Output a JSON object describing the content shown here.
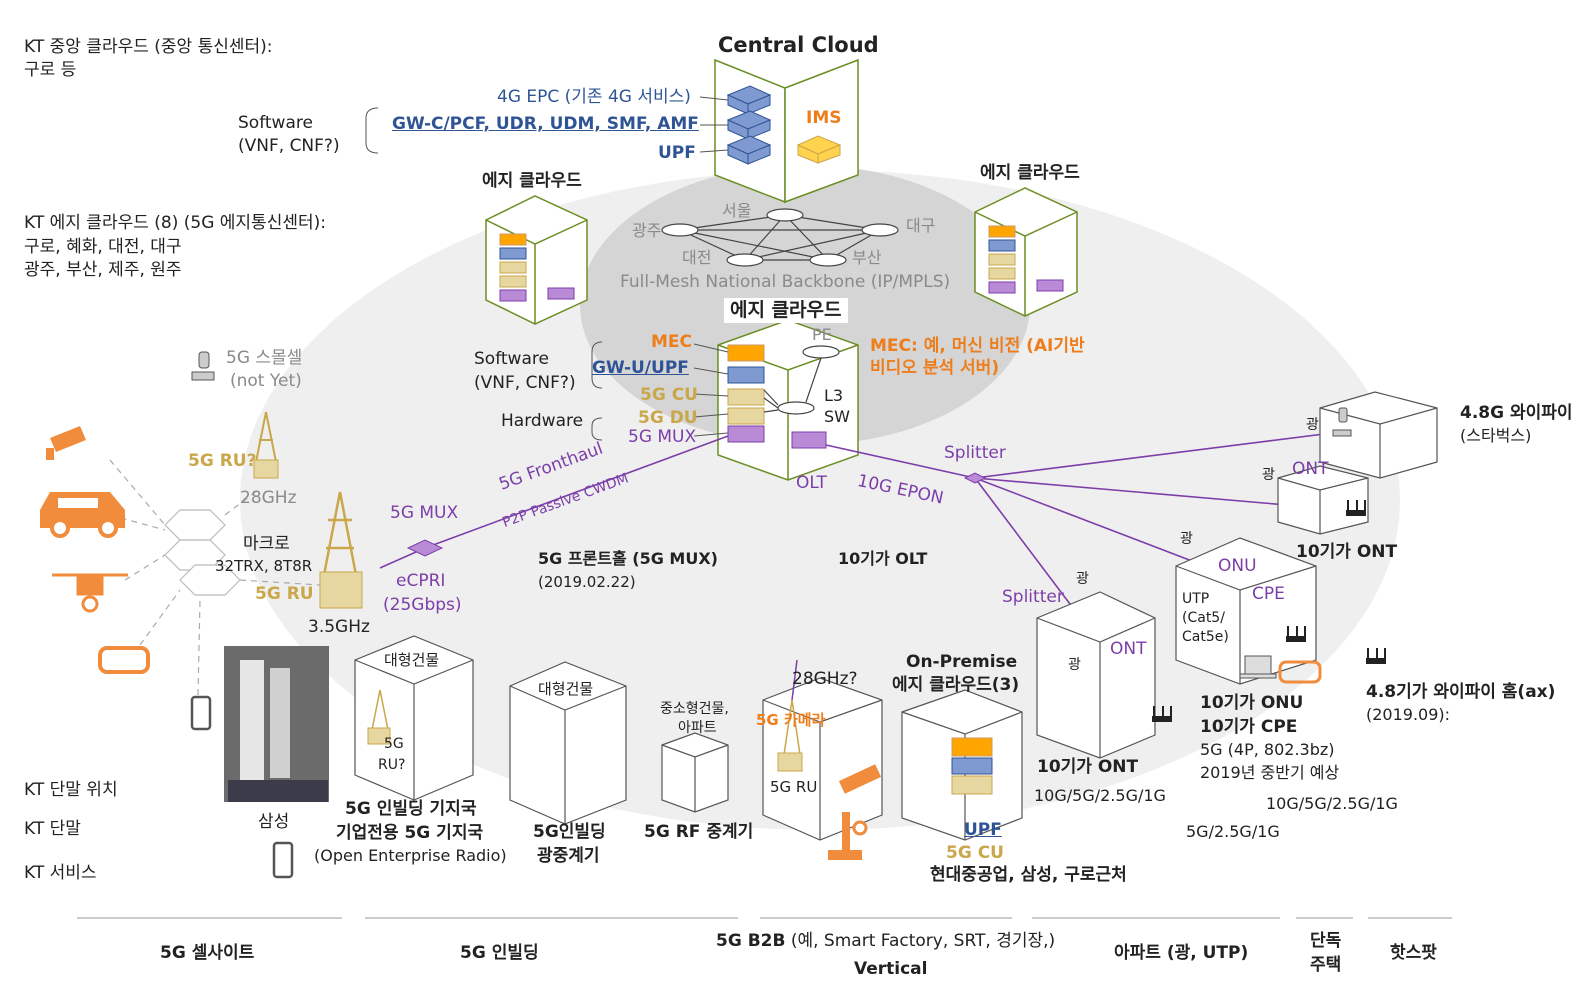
{
  "header_left": {
    "central_line1": "KT 중앙 클라우드 (중앙 통신센터):",
    "central_line2": "구로 등",
    "edge_line1": "KT 에지 클라우드 (8) (5G 에지통신센터):",
    "edge_line2": "구로, 혜화, 대전, 대구",
    "edge_line3": "광주, 부산, 제주, 원주"
  },
  "central_cloud": {
    "title": "Central Cloud",
    "epc": "4G EPC (기존 4G 서비스)",
    "gwc": "GW-C/PCF, UDR, UDM, SMF, AMF",
    "upf": "UPF",
    "ims": "IMS",
    "software": "Software",
    "vnf": "(VNF, CNF?)"
  },
  "edge_cloud_left": {
    "title": "에지 클라우드"
  },
  "edge_cloud_right": {
    "title": "에지 클라우드"
  },
  "backbone": {
    "seoul": "서울",
    "gwangju": "광주",
    "daegu": "대구",
    "daejeon": "대전",
    "busan": "부산",
    "label": "Full-Mesh National Backbone (IP/MPLS)"
  },
  "edge_cloud_center": {
    "title": "에지 클라우드",
    "mec": "MEC",
    "gwu": "GW-U/UPF",
    "cu": "5G CU",
    "du": "5G DU",
    "mux": "5G MUX",
    "pe": "PE",
    "l3": "L3",
    "sw": "SW",
    "olt": "OLT",
    "software": "Software",
    "vnf": "(VNF, CNF?)",
    "hardware": "Hardware",
    "mec_note1": "MEC: 예, 머신 비전 (AI기반",
    "mec_note2": "비디오 분석 서버)"
  },
  "left_area": {
    "small_cell1": "5G 스몰셀",
    "small_cell2": "(not Yet)",
    "ru28": "5G RU?",
    "ghz28": "28GHz",
    "macro": "마크로",
    "trx": "32TRX, 8T8R",
    "ru": "5G RU",
    "ghz35": "3.5GHz",
    "samsung": "삼성",
    "kt_terminal_loc": "KT 단말 위치",
    "kt_terminal": "KT 단말",
    "kt_service": "KT 서비스"
  },
  "fronthaul": {
    "mux": "5G MUX",
    "ecpri1": "eCPRI",
    "ecpri2": "(25Gbps)",
    "fh": "5G Fronthaul",
    "p2p": "P2P Passive CWDM",
    "title": "5G 프론트홀 (5G MUX)",
    "date": "(2019.02.22)"
  },
  "olt_area": {
    "epon": "10G EPON",
    "title": "10기가 OLT",
    "splitter1": "Splitter",
    "splitter2": "Splitter"
  },
  "buildings": {
    "large1": "대형건물",
    "ru_q1": "5G",
    "ru_q2": "RU?",
    "ib_title1": "5G 인빌딩 기지국",
    "ib_title2": "기업전용 5G 기지국",
    "ib_title3": "(Open Enterprise Radio)",
    "large2": "대형건물",
    "rep_title1": "5G인빌딩",
    "rep_title2": "광중계기",
    "small1": "중소형건물,",
    "small2": "아파트",
    "rf_title": "5G RF 중계기",
    "ghz28q": "28GHz?",
    "camera": "5G 카메라",
    "ru_b2b": "5G RU",
    "onprem1": "On-Premise",
    "onprem2": "에지 클라우드(3)",
    "onprem_upf": "UPF",
    "onprem_cu": "5G CU",
    "onprem_sites": "현대중공업, 삼성, 구로근처"
  },
  "apartment": {
    "gwang1": "광",
    "gwang2": "광",
    "ont": "ONT",
    "title": "10기가 ONT",
    "speed": "10G/5G/2.5G/1G"
  },
  "house": {
    "gwang": "광",
    "onu": "ONU",
    "cpe": "CPE",
    "utp1": "UTP",
    "utp2": "(Cat5/",
    "utp3": "Cat5e)",
    "title1": "10기가 ONU",
    "title2": "10기가 CPE",
    "spec1": "5G (4P, 802.3bz)",
    "spec2": "2019년 중반기 예상",
    "speed1": "10G/5G/2.5G/1G",
    "speed2": "5G/2.5G/1G"
  },
  "hotspot": {
    "gwang_top": "광",
    "wifi_top1": "4.8G 와이파이",
    "wifi_top2": "(스타벅스)",
    "gwang_ont": "광",
    "ont": "ONT",
    "ont_title": "10기가 ONT",
    "wifi_home": "4.8기가 와이파이 홈(ax)",
    "wifi_home_date": "(2019.09):"
  },
  "footer": {
    "cell_site": "5G 셀사이트",
    "in_building": "5G 인빌딩",
    "b2b_prefix": "5G B2B",
    "b2b_examples": " (예, Smart Factory, SRT, 경기장,)",
    "vertical": "Vertical",
    "apt": "아파트 (광, UTP)",
    "house1": "단독",
    "house2": "주택",
    "hotspot": "핫스팟"
  },
  "colors": {
    "orange": "#ee7d1c",
    "blue": "#2f5496",
    "yellow": "#c9a74a",
    "purple": "#7c3ea9",
    "green": "#6b8e23"
  }
}
